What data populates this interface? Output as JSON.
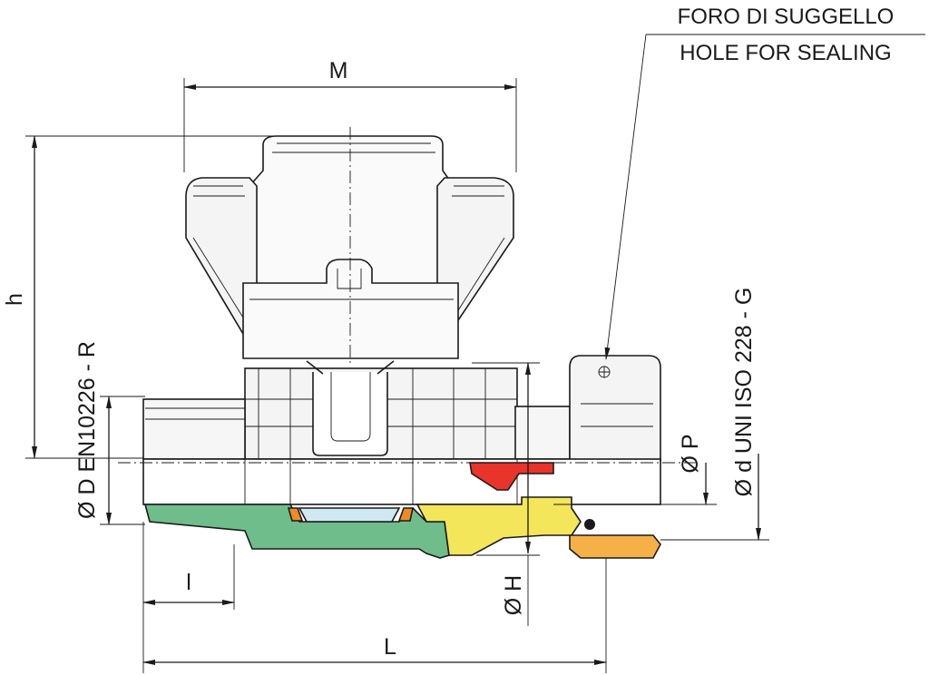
{
  "labels": {
    "M": "M",
    "h": "h",
    "l": "l",
    "L": "L",
    "H": "Ø H",
    "P": "Ø P",
    "D": "Ø D EN10226 - R",
    "d": "Ø d UNI ISO 228 - G",
    "note_it": "FORO DI SUGGELLO",
    "note_en": "HOLE FOR SEALING"
  },
  "colors": {
    "green_body": "#6fbd8a",
    "yellow_body": "#f4e65a",
    "red_seal": "#e8342b",
    "orange_nut": "#f5b047",
    "orange_seal": "#f08a24",
    "light_blue": "#cfe8f2",
    "grey_shade": "#dcdcdc",
    "outline": "#1a1a1a"
  }
}
